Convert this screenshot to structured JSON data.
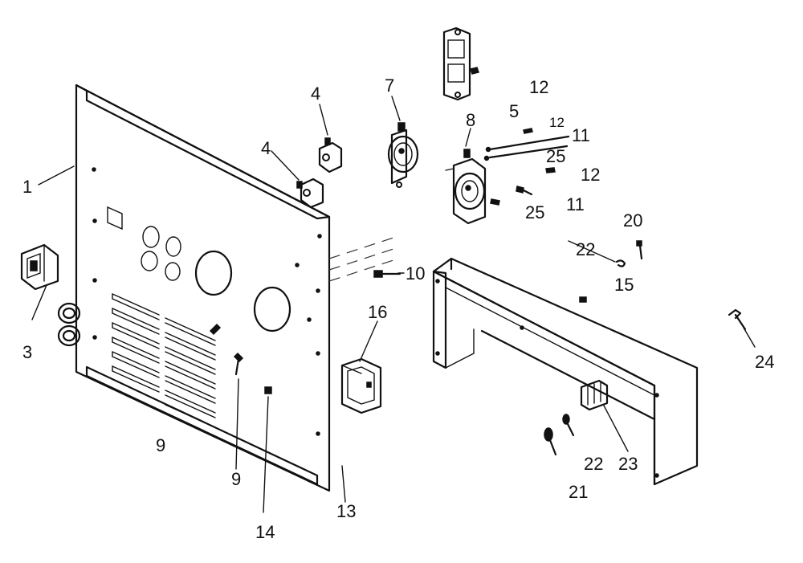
{
  "callouts": [
    "1",
    "3",
    "4",
    "4",
    "5",
    "7",
    "8",
    "9",
    "9",
    "10",
    "11",
    "11",
    "12",
    "12",
    "12",
    "13",
    "14",
    "15",
    "16",
    "20",
    "21",
    "22",
    "22",
    "23",
    "24",
    "25",
    "25"
  ]
}
